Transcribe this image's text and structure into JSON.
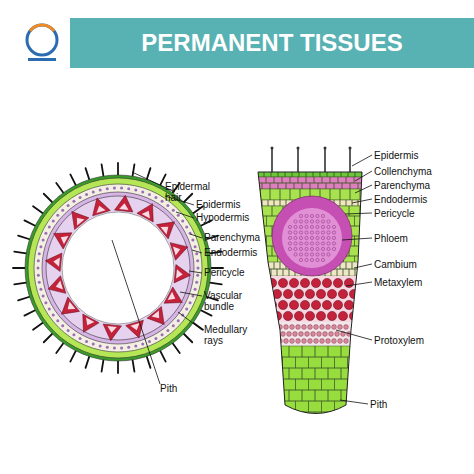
{
  "diagram": {
    "title": "PERMANENT TISSUES",
    "labels": [
      "Epidermal hair",
      "Epidermis",
      "Hypodermis",
      "Parenchyma",
      "Endodermis",
      "Pericycle",
      "Vascular bundle",
      "Medullary rays",
      "Pith",
      "Epidermis",
      "Collenchyma",
      "Parenchyma",
      "Endodermis",
      "Pericycle",
      "Phloem",
      "Cambium",
      "Metaxylem",
      "Protoxylem",
      "Pith"
    ]
  }
}
